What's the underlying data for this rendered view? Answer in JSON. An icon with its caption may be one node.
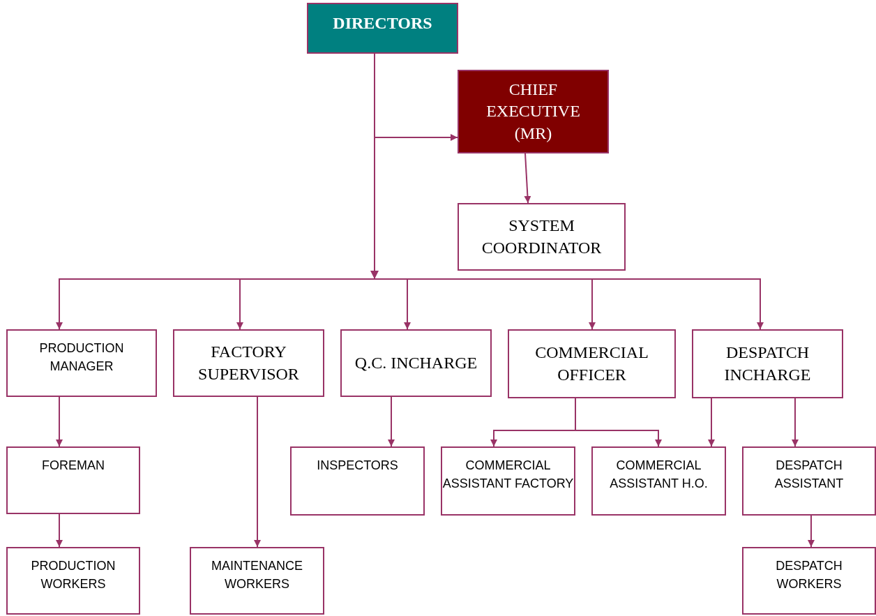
{
  "diagram": {
    "nodes": [
      {
        "text": [
          "DIRECTORS"
        ]
      },
      {
        "text": [
          "CHIEF EXECUTIVE (MR)"
        ]
      },
      {
        "text": [
          "SYSTEM COORDINATOR"
        ]
      },
      {
        "text": [
          "PRODUCTION MANAGER"
        ]
      },
      {
        "text": [
          "FACTORY SUPERVISOR"
        ]
      },
      {
        "text": [
          "Q.C. INCHARGE"
        ]
      },
      {
        "text": [
          "COMMERCIAL OFFICER"
        ]
      },
      {
        "text": [
          "DESPATCH INCHARGE"
        ]
      },
      {
        "text": [
          "FOREMAN"
        ]
      },
      {
        "text": [
          "INSPECTORS"
        ]
      },
      {
        "text": [
          "COMMERCIAL ASSISTANT FACTORY"
        ]
      },
      {
        "text": [
          "COMMERCIAL ASSISTANT H.O."
        ]
      },
      {
        "text": [
          "DESPATCH ASSISTANT"
        ]
      },
      {
        "text": [
          "PRODUCTION WORKERS"
        ]
      },
      {
        "text": [
          "MAINTENANCE WORKERS"
        ]
      },
      {
        "text": [
          "DESPATCH WORKERS"
        ]
      }
    ],
    "edges": [
      {
        "from": 0,
        "to": 1,
        "arrow": "to"
      },
      {
        "from": 1,
        "to": 2,
        "arrow": "to"
      },
      {
        "from": 0,
        "to": 3,
        "arrow": "to"
      },
      {
        "from": 0,
        "to": 4,
        "arrow": "to"
      },
      {
        "from": 0,
        "to": 5,
        "arrow": "to"
      },
      {
        "from": 0,
        "to": 6,
        "arrow": "to"
      },
      {
        "from": 0,
        "to": 7,
        "arrow": "to"
      },
      {
        "from": 3,
        "to": 8,
        "arrow": "to"
      },
      {
        "from": 4,
        "to": 14,
        "arrow": "to"
      },
      {
        "from": 5,
        "to": 9,
        "arrow": "to"
      },
      {
        "from": 6,
        "to": 10,
        "arrow": "to"
      },
      {
        "from": 6,
        "to": 11,
        "arrow": "to"
      },
      {
        "from": 7,
        "to": 11,
        "arrow": "to"
      },
      {
        "from": 7,
        "to": 12,
        "arrow": "to"
      },
      {
        "from": 8,
        "to": 13,
        "arrow": "to"
      },
      {
        "from": 12,
        "to": 15,
        "arrow": "to"
      }
    ]
  }
}
